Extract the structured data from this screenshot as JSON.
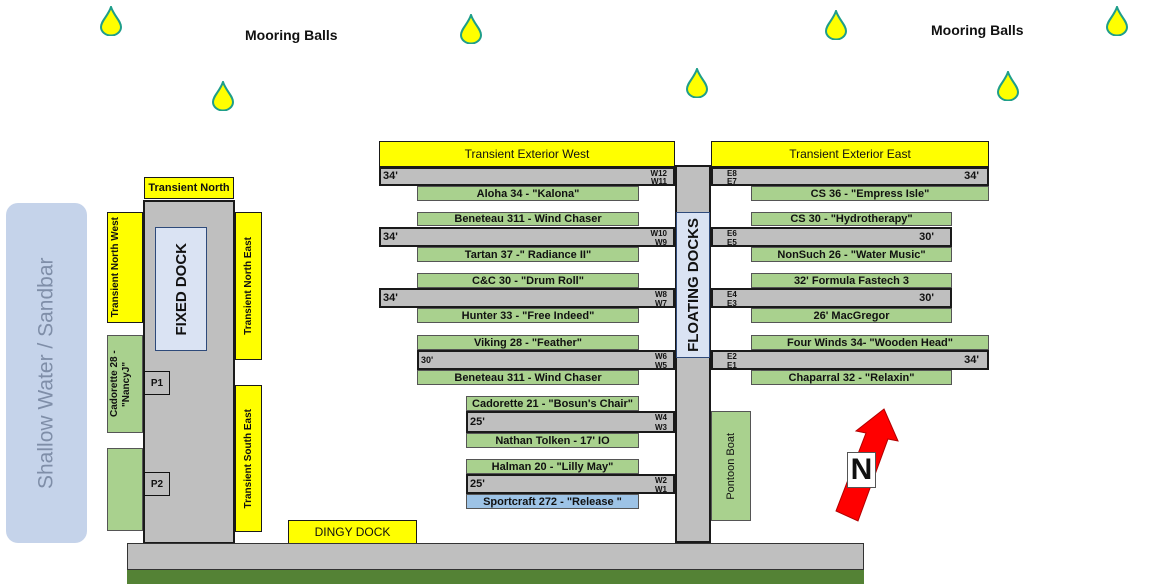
{
  "mooring": {
    "title_left": "Mooring Balls",
    "title_right": "Mooring Balls",
    "color": "#ffff00"
  },
  "shallow": {
    "label": "Shallow Water / Sandbar",
    "color": "#c5d3ea"
  },
  "transient": {
    "north": "Transient North",
    "north_west": "Transient North West",
    "north_east": "Transient North East",
    "south_east": "Transient South East",
    "exterior_west": "Transient Exterior West",
    "exterior_east": "Transient Exterior East"
  },
  "fixed_dock": {
    "label": "FIXED DOCK",
    "p1": "P1",
    "p2": "P2"
  },
  "cadorette_nancy": "Cadorette 28 - \"NancyJ\"",
  "dingy_dock": "DINGY DOCK",
  "floating_docks": "FLOATING DOCKS",
  "pontoon_boat": "Pontoon Boat",
  "north_label": "N",
  "west": {
    "rows": [
      {
        "length": "34'",
        "top_tag": "W12",
        "bottom_tag": "W11",
        "boat_above": "",
        "boat_below": "Aloha 34 - \"Kalona\""
      },
      {
        "length": "34'",
        "top_tag": "W10",
        "bottom_tag": "W9",
        "boat_above": "Beneteau 311 - Wind Chaser",
        "boat_below": "Tartan 37 -\" Radiance II\""
      },
      {
        "length": "34'",
        "top_tag": "W8",
        "bottom_tag": "W7",
        "boat_above": "C&C 30 - \"Drum Roll\"",
        "boat_below": "Hunter 33 - \"Free Indeed\""
      },
      {
        "length": "30'",
        "top_tag": "W6",
        "bottom_tag": "W5",
        "boat_above": "Viking 28 - \"Feather\"",
        "boat_below": "Beneteau 311 - Wind Chaser"
      },
      {
        "length": "25'",
        "top_tag": "W4",
        "bottom_tag": "W3",
        "boat_above": "Cadorette 21 - \"Bosun's Chair\"",
        "boat_below": "Nathan Tolken - 17' IO"
      },
      {
        "length": "25'",
        "top_tag": "W2",
        "bottom_tag": "W1",
        "boat_above": "Halman 20 - \"Lilly May\"",
        "boat_below": "Sportcraft 272 - \"Release \""
      }
    ]
  },
  "east": {
    "rows": [
      {
        "length": "34'",
        "top_tag": "E8",
        "bottom_tag": "E7",
        "boat_above": "",
        "boat_below": "CS 36 - \"Empress Isle\""
      },
      {
        "length": "30'",
        "top_tag": "E6",
        "bottom_tag": "E5",
        "boat_above": "CS 30 - \"Hydrotherapy\"",
        "boat_below": "NonSuch 26 - \"Water Music\""
      },
      {
        "length": "30'",
        "top_tag": "E4",
        "bottom_tag": "E3",
        "boat_above": "32' Formula  Fastech 3",
        "boat_below": "26' MacGregor"
      },
      {
        "length": "34'",
        "top_tag": "E2",
        "bottom_tag": "E1",
        "boat_above": "Four Winds 34- \"Wooden Head\"",
        "boat_below": "Chaparral 32 - \"Relaxin\""
      }
    ]
  }
}
